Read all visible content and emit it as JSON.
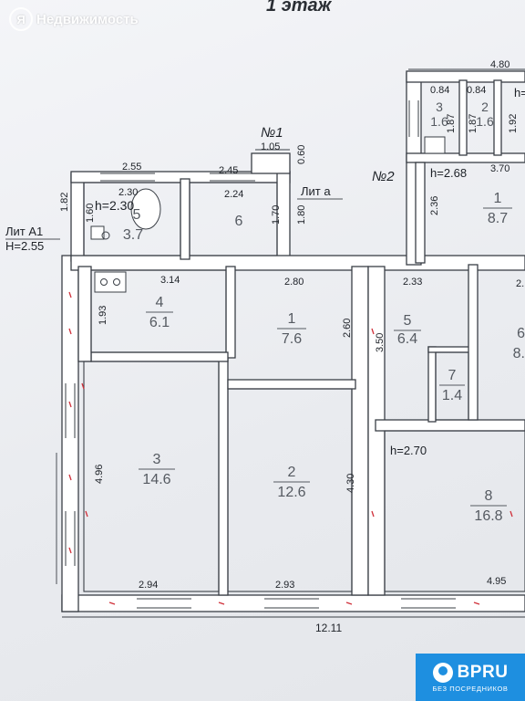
{
  "header": {
    "title": "1 этаж"
  },
  "watermark": {
    "text": "Недвижимость",
    "logo_glyph": "Я"
  },
  "brand": {
    "name": "BPRU",
    "tagline": "БЕЗ ПОСРЕДНИКОВ",
    "color": "#1e8fe0"
  },
  "blocks": {
    "no1": "№1",
    "no2": "№2",
    "lit_a": "Лит а",
    "lit_a1": "Лит А1",
    "h_a1": "H=2.55"
  },
  "rooms": [
    {
      "id": "room-4",
      "num": "4",
      "area": "6.1"
    },
    {
      "id": "room-1",
      "num": "1",
      "area": "7.6"
    },
    {
      "id": "room-3",
      "num": "3",
      "area": "14.6"
    },
    {
      "id": "room-2",
      "num": "2",
      "area": "12.6"
    },
    {
      "id": "room-6a",
      "num": "6",
      "area": ""
    },
    {
      "id": "room-5a",
      "num": "5",
      "area": "3.7"
    },
    {
      "id": "room-5b",
      "num": "5",
      "area": "6.4"
    },
    {
      "id": "room-7",
      "num": "7",
      "area": "1.4"
    },
    {
      "id": "room-8",
      "num": "8",
      "area": "16.8"
    },
    {
      "id": "room-6b",
      "num": "6",
      "area": "8."
    },
    {
      "id": "room-1b",
      "num": "1",
      "area": "8.7"
    },
    {
      "id": "room-2b",
      "num": "2",
      "area": "1.6"
    },
    {
      "id": "room-3b",
      "num": "3",
      "area": "1.6"
    }
  ],
  "heights": {
    "h230": "h=2.30",
    "h268": "h=2.68",
    "h270": "h=2.70",
    "hcut": "h="
  },
  "dims": {
    "d255": "2.55",
    "d245": "2.45",
    "d105": "1.05",
    "d060": "0.60",
    "d230": "2.30",
    "d224": "2.24",
    "d182": "1.82",
    "d160": "1.60",
    "d170": "1.70",
    "d180": "1.80",
    "d314": "3.14",
    "d280": "2.80",
    "d233": "2.33",
    "d236": "2.36",
    "d260": "2.60",
    "d350": "3.50",
    "d193": "1.93",
    "d496": "4.96",
    "d430": "4.30",
    "d294": "2.94",
    "d293": "2.93",
    "d495": "4.95",
    "d1211": "12.11",
    "d480": "4.80",
    "d084a": "0.84",
    "d084b": "0.84",
    "d187a": "1.87",
    "d187b": "1.87",
    "d192": "1.92",
    "d370": "3.70",
    "d2cut": "2."
  }
}
